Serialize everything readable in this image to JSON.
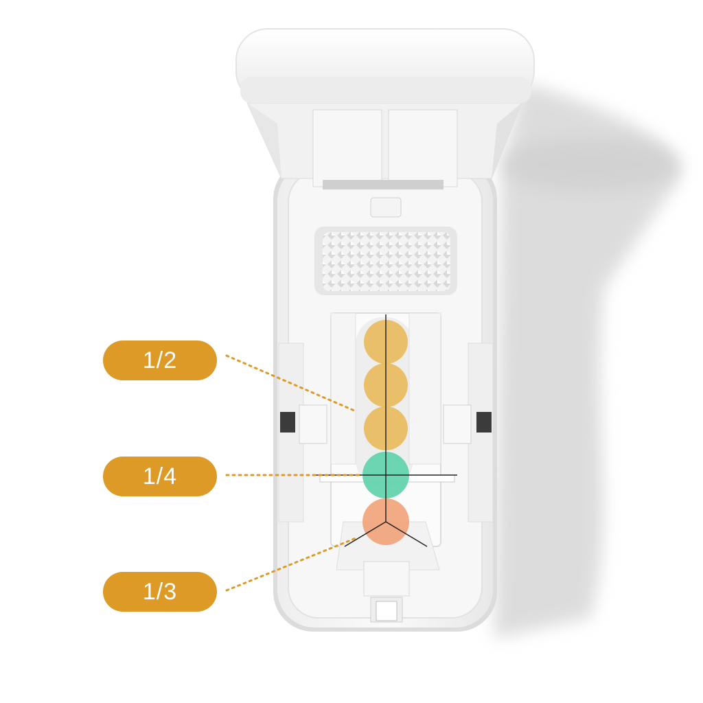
{
  "colors": {
    "background": "#ffffff",
    "label_fill": "#dd9a26",
    "half_pill": "#e9b95a",
    "quarter_pill": "#5fd3ad",
    "third_pill": "#f2a47c",
    "device_body": "#f4f4f4",
    "leader_line": "#dd9a26"
  },
  "labels": [
    {
      "id": "half",
      "text": "1/2",
      "pill_color_key": "half_pill"
    },
    {
      "id": "quarter",
      "text": "1/4",
      "pill_color_key": "quarter_pill"
    },
    {
      "id": "third",
      "text": "1/3",
      "pill_color_key": "third_pill"
    }
  ],
  "icons": [
    "pill-cutter",
    "blade-cross-icon",
    "blade-y-icon"
  ]
}
